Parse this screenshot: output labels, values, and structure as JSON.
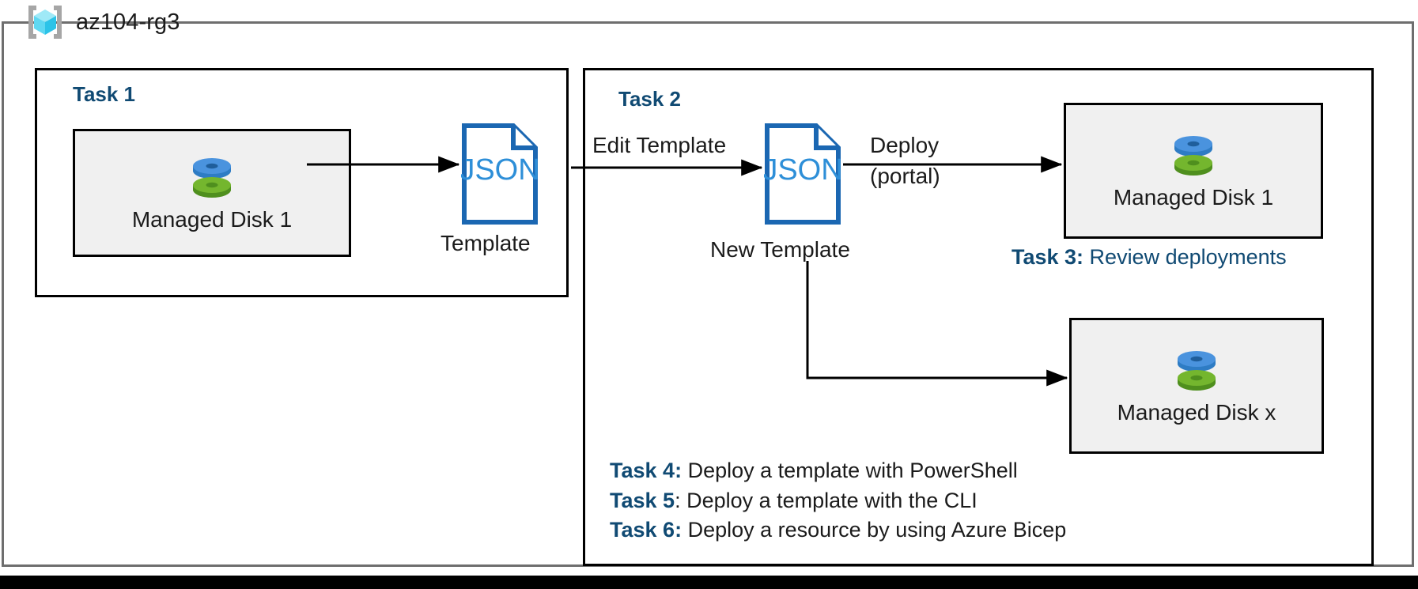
{
  "resource_group": {
    "name": "az104-rg3",
    "icon": "azure-resource-group-icon"
  },
  "colors": {
    "accent_blue": "#104A73",
    "json_outline": "#1B67B2",
    "json_text": "#2E8FD8",
    "disk_blue": "#3C8FDB",
    "disk_green": "#6FB62C",
    "cube_cyan": "#4FD2F0",
    "frame_gray": "#6E6E6E",
    "box_fill": "#F0F0F0",
    "line_black": "#000000"
  },
  "task1": {
    "heading": "Task 1",
    "disk": {
      "label": "Managed Disk 1",
      "icon": "managed-disk-icon"
    },
    "template_doc": {
      "badge": "JSON",
      "caption": "Template",
      "icon": "json-document-icon"
    },
    "arrow_export": "export-arrow"
  },
  "task2": {
    "heading": "Task 2",
    "edit_label": "Edit Template",
    "new_template_doc": {
      "badge": "JSON",
      "caption": "New Template",
      "icon": "json-document-icon"
    },
    "deploy_label_line1": "Deploy",
    "deploy_label_line2": "(portal)",
    "disk_top": {
      "label": "Managed Disk 1",
      "icon": "managed-disk-icon"
    },
    "disk_bottom": {
      "label": "Managed Disk x",
      "icon": "managed-disk-icon"
    }
  },
  "task3": {
    "key": "Task 3:",
    "description": " Review deployments"
  },
  "task_list": [
    {
      "key": "Task 4",
      "separator": ":",
      "separator_color": "blue",
      "description": " Deploy a template with PowerShell"
    },
    {
      "key": "Task 5",
      "separator": ":",
      "separator_color": "black",
      "description": " Deploy a template with the CLI"
    },
    {
      "key": "Task 6",
      "separator": ":",
      "separator_color": "blue",
      "description": " Deploy a resource by using Azure Bicep"
    }
  ]
}
